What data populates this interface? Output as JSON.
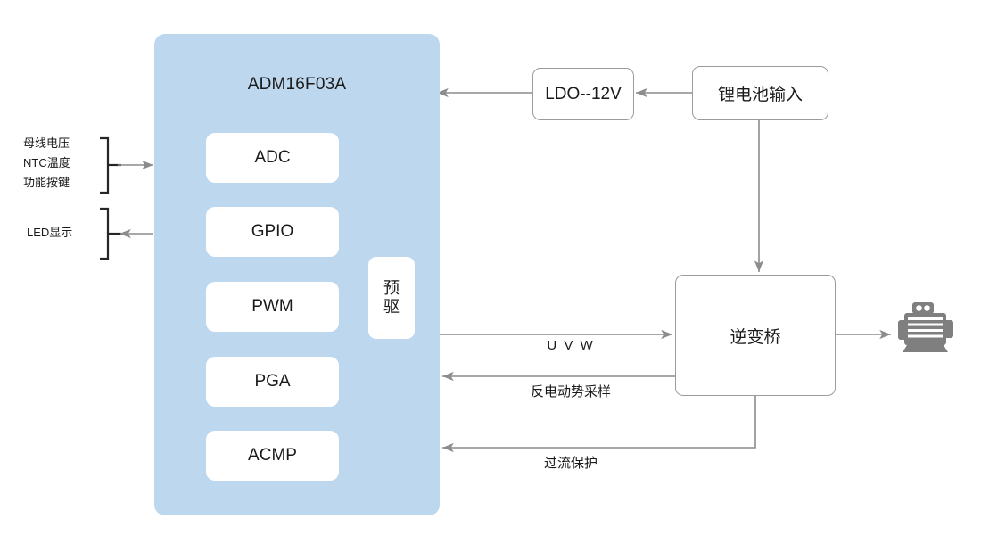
{
  "diagram": {
    "title": "ADM16F03A motor control block diagram",
    "colors": {
      "chip_fill": "#bdd7ee",
      "block_fill": "#ffffff",
      "box_stroke": "#9b9b9b",
      "wire": "#8c8c8c",
      "bracket": "#262626",
      "motor_icon": "#7f7f7f",
      "text": "#1a1a1a"
    },
    "mcu": {
      "name": "ADM16F03A",
      "blocks": [
        {
          "label": "ADC"
        },
        {
          "label": "GPIO"
        },
        {
          "label": "PWM"
        },
        {
          "label": "PGA"
        },
        {
          "label": "ACMP"
        }
      ],
      "predriver": {
        "label": "预驱"
      }
    },
    "io_left": {
      "inputs": {
        "lines": [
          "母线电压",
          "NTC温度",
          "功能按键"
        ],
        "direction": "into-mcu"
      },
      "outputs": {
        "lines": [
          "LED显示"
        ],
        "direction": "out-of-mcu"
      }
    },
    "nodes": {
      "ldo": {
        "label": "LDO--12V"
      },
      "battery": {
        "label": "锂电池输入"
      },
      "bridge": {
        "label": "逆变桥"
      },
      "motor": {
        "label": "motor-icon"
      }
    },
    "wire_labels": {
      "uvw": "U V W",
      "back_emf": "反电动势采样",
      "over_current": "过流保护"
    }
  }
}
